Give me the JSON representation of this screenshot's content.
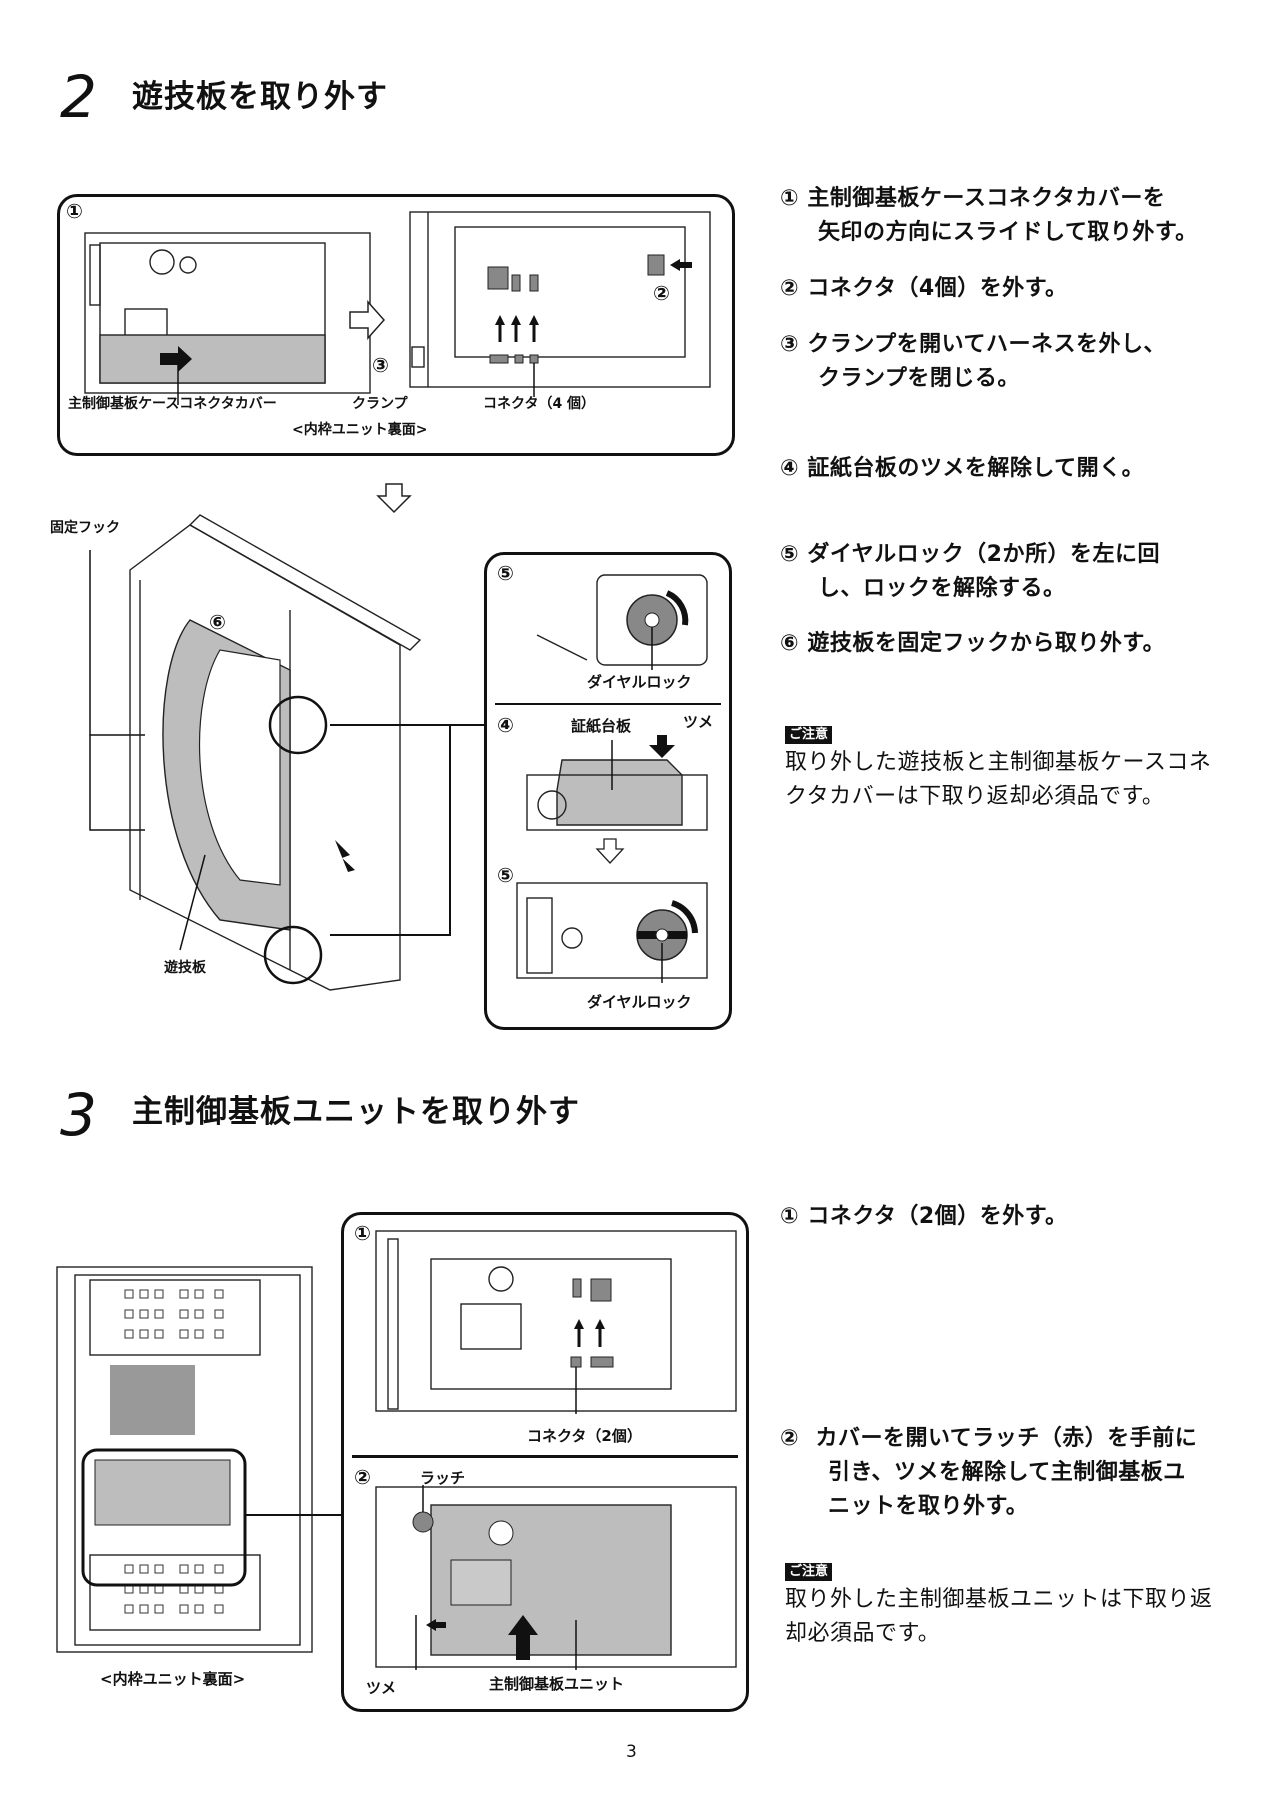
{
  "page_number": "3",
  "sections": [
    {
      "number": "2",
      "title": "遊技板を取り外す",
      "figure_top": {
        "step_markers": [
          "①",
          "②",
          "③"
        ],
        "labels": {
          "cover": "主制御基板ケースコネクタカバー",
          "clamp": "クランプ",
          "connector": "コネクタ（4 個）",
          "caption": "<内枠ユニット裏面>"
        }
      },
      "figure_main": {
        "step_marker": "⑥",
        "labels": {
          "hook": "固定フック",
          "board": "遊技板"
        }
      },
      "figure_detail": {
        "panels": [
          {
            "marker": "⑤",
            "label": "ダイヤルロック"
          },
          {
            "marker": "④",
            "label": "証紙台板",
            "label2": "ツメ"
          },
          {
            "marker": "⑤",
            "label": "ダイヤルロック"
          }
        ]
      },
      "steps": [
        {
          "marker": "①",
          "line1": "主制御基板ケースコネクタカバーを",
          "line2": "矢印の方向にスライドして取り外す。"
        },
        {
          "marker": "②",
          "line1": "コネクタ（4個）を外す。",
          "line2": ""
        },
        {
          "marker": "③",
          "line1": "クランプを開いてハーネスを外し、",
          "line2": "クランプを閉じる。"
        },
        {
          "marker": "④",
          "line1": "証紙台板のツメを解除して開く。",
          "line2": ""
        },
        {
          "marker": "⑤",
          "line1": "ダイヤルロック（2か所）を左に回",
          "line2": "し、ロックを解除する。"
        },
        {
          "marker": "⑥",
          "line1": "遊技板を固定フックから取り外す。",
          "line2": ""
        }
      ],
      "note": {
        "badge": "ご注意",
        "text": "取り外した遊技板と主制御基板ケースコネクタカバーは下取り返却必須品です。"
      }
    },
    {
      "number": "3",
      "title": "主制御基板ユニットを取り外す",
      "figure_left": {
        "caption": "<内枠ユニット裏面>"
      },
      "figure_right": {
        "panels": [
          {
            "marker": "①",
            "label": "コネクタ（2個）"
          },
          {
            "marker": "②",
            "label_latch": "ラッチ",
            "label_claw": "ツメ",
            "label_unit": "主制御基板ユニット"
          }
        ]
      },
      "steps": [
        {
          "marker": "①",
          "line1": "コネクタ（2個）を外す。",
          "line2": "",
          "line3": ""
        },
        {
          "marker": "②",
          "line1": "カバーを開いてラッチ（赤）を手前に",
          "line2": "引き、ツメを解除して主制御基板ユ",
          "line3": "ニットを取り外す。"
        }
      ],
      "note": {
        "badge": "ご注意",
        "text": "取り外した主制御基板ユニットは下取り返却必須品です。"
      }
    }
  ]
}
